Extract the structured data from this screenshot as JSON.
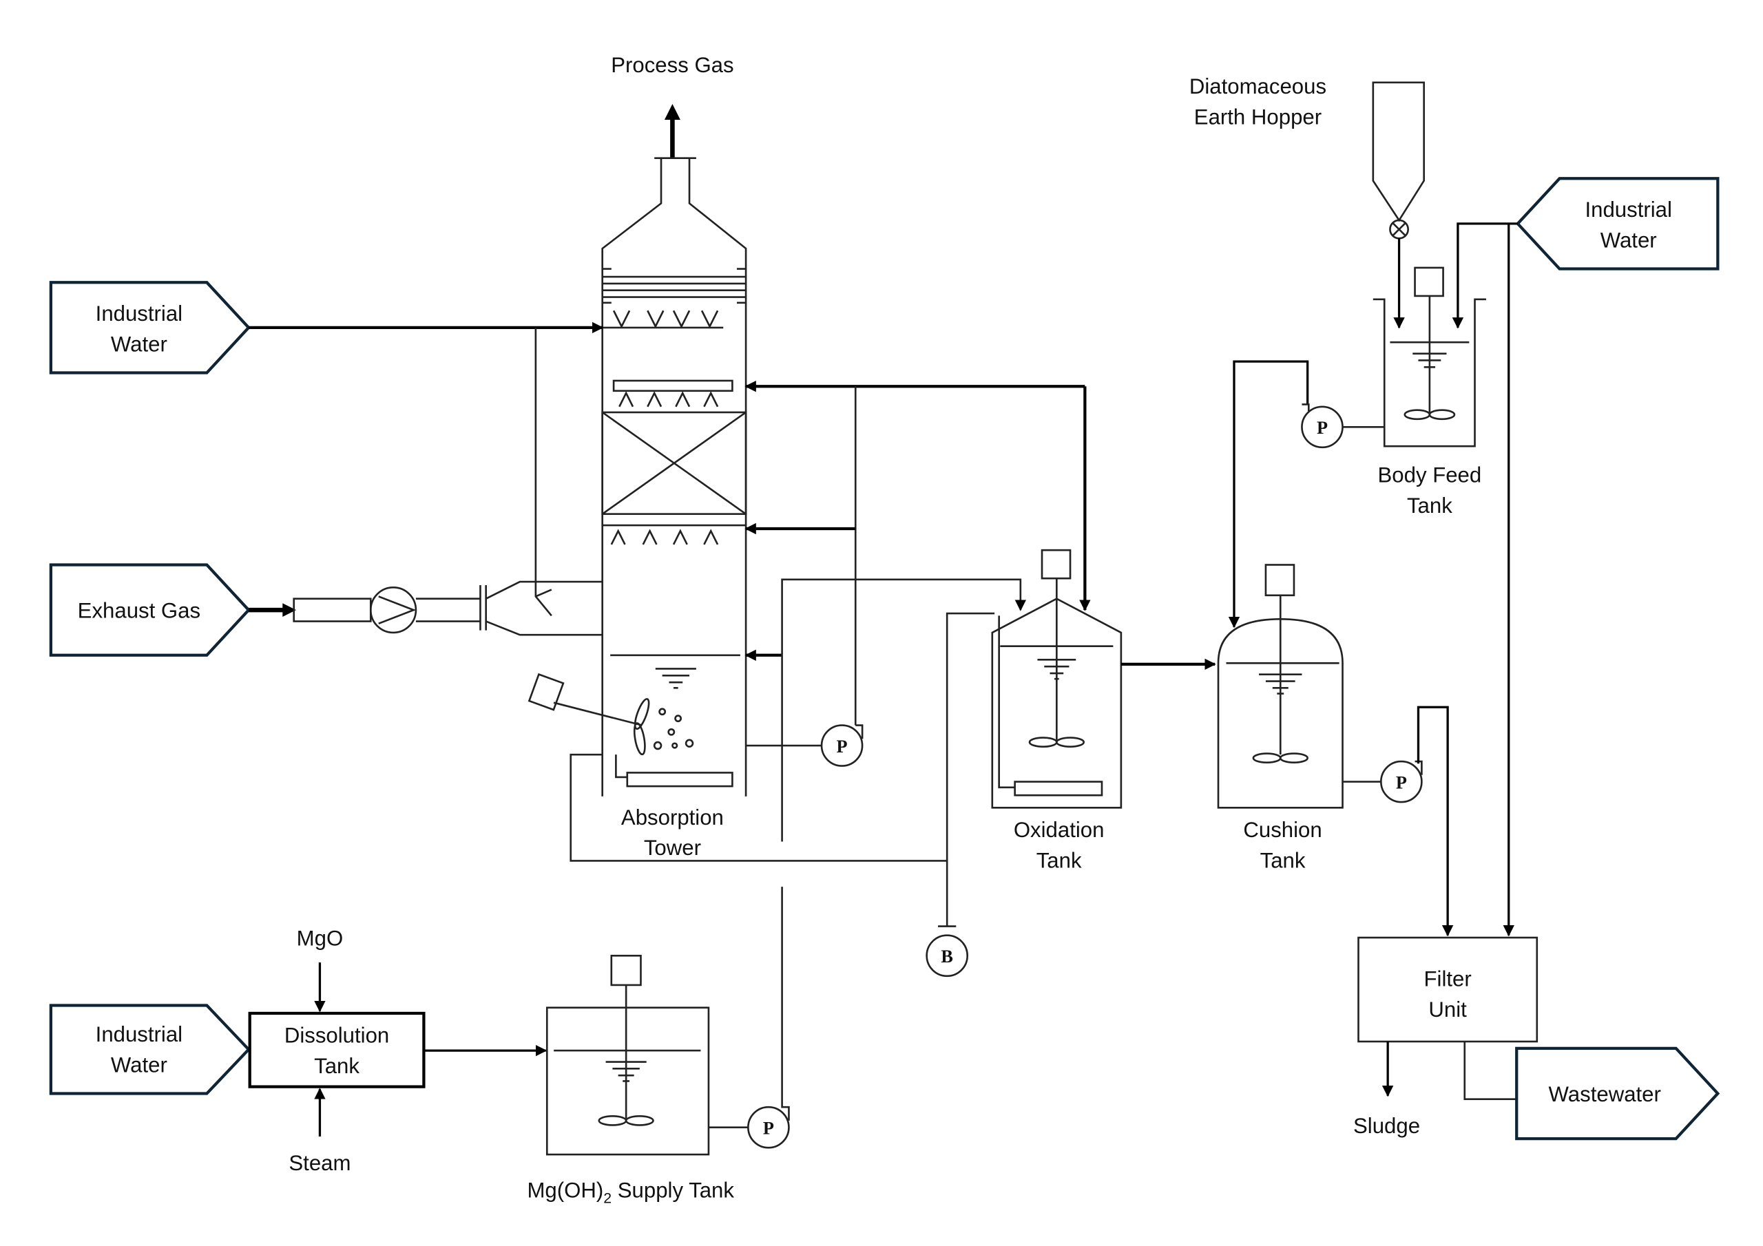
{
  "labels": {
    "process_gas": "Process Gas",
    "hopper_1": "Diatomaceous",
    "hopper_2": "Earth Hopper",
    "iw_top_right_1": "Industrial",
    "iw_top_right_2": "Water",
    "iw_left_1": "Industrial",
    "iw_left_2": "Water",
    "exhaust_gas": "Exhaust Gas",
    "iw_bottom_1": "Industrial",
    "iw_bottom_2": "Water",
    "dissolution_1": "Dissolution",
    "dissolution_2": "Tank",
    "mgo": "MgO",
    "steam": "Steam",
    "supply_tank_main": "Mg(OH)",
    "supply_tank_sub": "2",
    "supply_tank_rest": " Supply Tank",
    "absorption_1": "Absorption",
    "absorption_2": "Tower",
    "oxidation_1": "Oxidation",
    "oxidation_2": "Tank",
    "cushion_1": "Cushion",
    "cushion_2": "Tank",
    "body_feed_1": "Body Feed",
    "body_feed_2": "Tank",
    "filter_1": "Filter",
    "filter_2": "Unit",
    "sludge": "Sludge",
    "wastewater": "Wastewater",
    "pump_symbol": "P",
    "blower_symbol": "B"
  },
  "colors": {
    "terminal_border": "#0f2535",
    "line": "#222222"
  }
}
